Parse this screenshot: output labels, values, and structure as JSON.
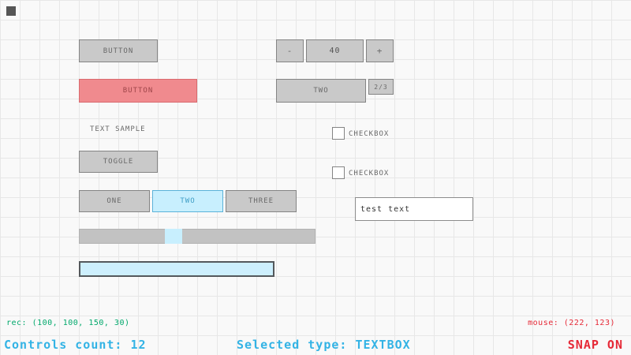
{
  "colors": {
    "gray_fill": "#c9c9c9",
    "gray_border": "#848484",
    "selected_fill": "#f08a8e",
    "selected_border": "#d96a6e",
    "focus_fill": "#c8effe",
    "focus_border": "#5bb2d9",
    "status_green": "#00a86b",
    "status_blue": "#33b3e5",
    "status_red": "#e62937"
  },
  "controls": {
    "button": {
      "label": "BUTTON"
    },
    "selected_button": {
      "label": "BUTTON"
    },
    "sample_label": {
      "text": "TEXT SAMPLE"
    },
    "toggle": {
      "label": "TOGGLE"
    },
    "toggle_group": {
      "options": [
        "ONE",
        "TWO",
        "THREE"
      ],
      "selected": "TWO"
    },
    "spinner": {
      "decrement": "-",
      "value": "40",
      "increment": "+"
    },
    "combobox": {
      "value": "TWO",
      "counter": "2/3"
    },
    "checkbox_a": {
      "label": "CHECKBOX"
    },
    "checkbox_b": {
      "label": "CHECKBOX"
    },
    "textbox": {
      "value": "test text"
    }
  },
  "statusbar": {
    "rec": "rec: (100, 100, 150, 30)",
    "controls_count": "Controls count: 12",
    "selected_type": "Selected type: TEXTBOX",
    "mouse": "mouse: (222, 123)",
    "snap": "SNAP ON"
  }
}
